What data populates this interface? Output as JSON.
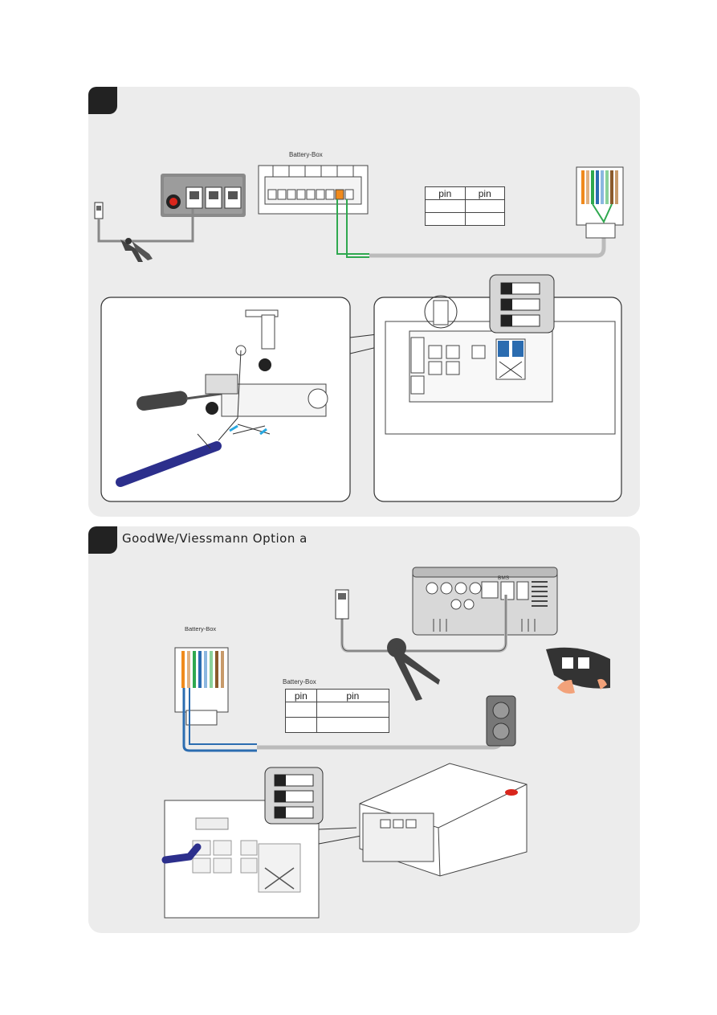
{
  "section1": {
    "battery_box_label": "Battery-Box",
    "pin_table": {
      "headers": [
        "pin",
        "pin"
      ]
    }
  },
  "section2": {
    "title": "GoodWe/Viessmann  Option a",
    "battery_box_label_left": "Battery-Box",
    "battery_box_label_table": "Battery-Box",
    "pin_table": {
      "headers": [
        "pin",
        "pin"
      ]
    },
    "inverter_port_label": "BMS"
  },
  "colors": {
    "panel_bg": "#ececec",
    "step_tab": "#222222",
    "cable_blue": "#2b6cb0",
    "cable_green": "#2fa84f",
    "terminal_orange": "#f08a1c",
    "wire_cable_navy": "#2c2f8c",
    "indicator_red": "#d9261c",
    "accent_cyan": "#29a8e0"
  }
}
